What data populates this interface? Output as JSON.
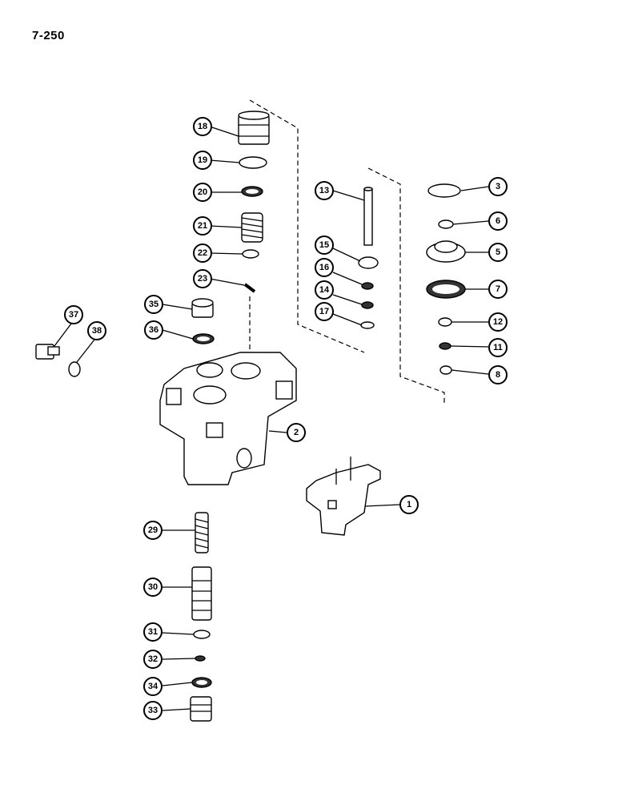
{
  "page": {
    "number": "7-250"
  },
  "callouts": [
    {
      "id": "18",
      "label": "18"
    },
    {
      "id": "19",
      "label": "19"
    },
    {
      "id": "20",
      "label": "20"
    },
    {
      "id": "21",
      "label": "21"
    },
    {
      "id": "22",
      "label": "22"
    },
    {
      "id": "23",
      "label": "23"
    },
    {
      "id": "35",
      "label": "35"
    },
    {
      "id": "36",
      "label": "36"
    },
    {
      "id": "37",
      "label": "37"
    },
    {
      "id": "38",
      "label": "38"
    },
    {
      "id": "13",
      "label": "13"
    },
    {
      "id": "15",
      "label": "15"
    },
    {
      "id": "16",
      "label": "16"
    },
    {
      "id": "14",
      "label": "14"
    },
    {
      "id": "17",
      "label": "17"
    },
    {
      "id": "3",
      "label": "3"
    },
    {
      "id": "6",
      "label": "6"
    },
    {
      "id": "5",
      "label": "5"
    },
    {
      "id": "7",
      "label": "7"
    },
    {
      "id": "12",
      "label": "12"
    },
    {
      "id": "11",
      "label": "11"
    },
    {
      "id": "8",
      "label": "8"
    },
    {
      "id": "2",
      "label": "2"
    },
    {
      "id": "1",
      "label": "1"
    },
    {
      "id": "29",
      "label": "29"
    },
    {
      "id": "30",
      "label": "30"
    },
    {
      "id": "31",
      "label": "31"
    },
    {
      "id": "32",
      "label": "32"
    },
    {
      "id": "34",
      "label": "34"
    },
    {
      "id": "33",
      "label": "33"
    }
  ]
}
